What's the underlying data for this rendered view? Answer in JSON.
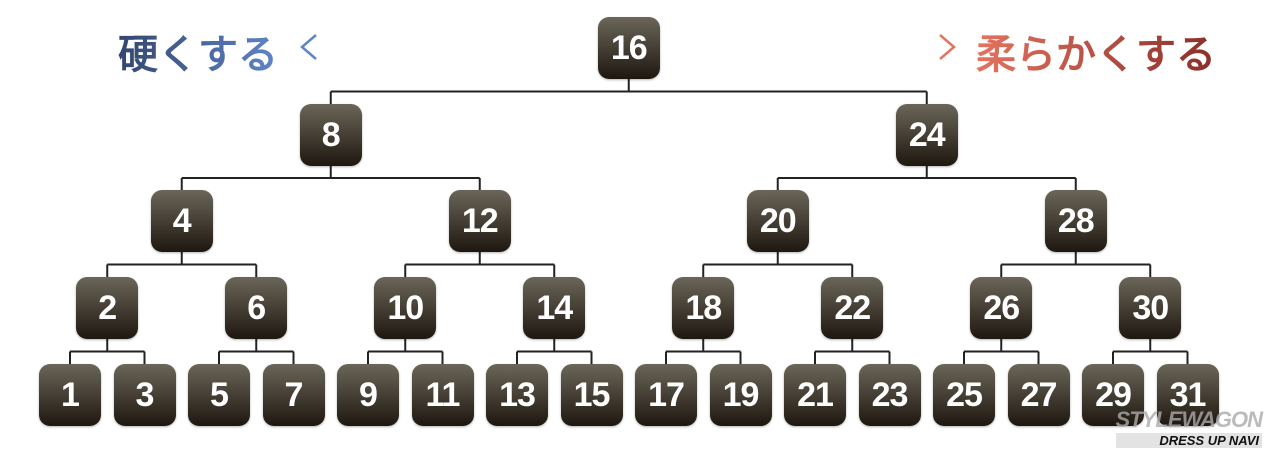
{
  "labels": {
    "harder": "硬くする",
    "softer": "柔らかくする"
  },
  "colors": {
    "harder": "#4a64a0",
    "softer": "#b0473f",
    "node": "#3a342b",
    "line": "#222222"
  },
  "tree": {
    "levels": [
      [
        "16"
      ],
      [
        "8",
        "24"
      ],
      [
        "4",
        "12",
        "20",
        "28"
      ],
      [
        "2",
        "6",
        "10",
        "14",
        "18",
        "22",
        "26",
        "30"
      ],
      [
        "1",
        "3",
        "5",
        "7",
        "9",
        "11",
        "13",
        "15",
        "17",
        "19",
        "21",
        "23",
        "25",
        "27",
        "29",
        "31"
      ]
    ]
  },
  "watermark": {
    "brand": "STYLEWAGON",
    "sub": "DRESS UP NAVI"
  }
}
